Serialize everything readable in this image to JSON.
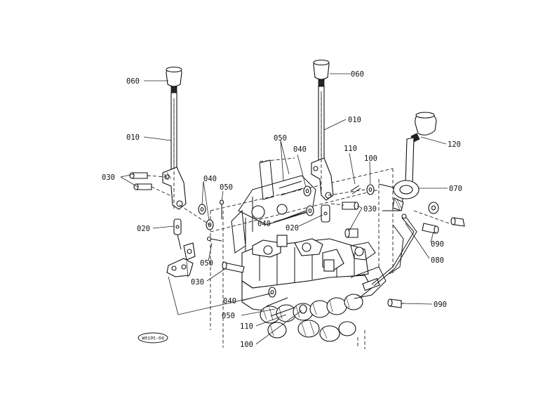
{
  "labels": {
    "l060_a": "060",
    "l060_b": "060",
    "l010_a": "010",
    "l010_b": "010",
    "l120": "120",
    "l030_a": "030",
    "l040_a": "040",
    "l050_a": "050",
    "l050_b": "050",
    "l040_b": "040",
    "l110_a": "110",
    "l100_a": "100",
    "l070": "070",
    "l020_a": "020",
    "l040_c": "040",
    "l020_b": "020",
    "l030_b": "030",
    "l090_a": "090",
    "l050_c": "050",
    "l080": "080",
    "l030_c": "030",
    "l040_d": "040",
    "l050_d": "050",
    "l090_b": "090",
    "l110_b": "110",
    "l100_b": "100"
  },
  "stamp": "W0105-04"
}
